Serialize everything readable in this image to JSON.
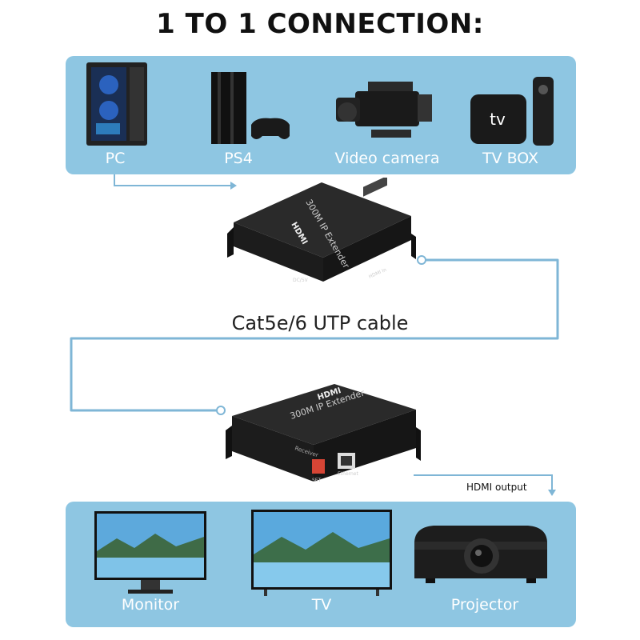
{
  "title": "1 TO 1 CONNECTION:",
  "sources": [
    {
      "label": "PC",
      "icon": "pc-tower-icon"
    },
    {
      "label": "PS4",
      "icon": "ps4-console-icon"
    },
    {
      "label": "Video camera",
      "icon": "video-camera-icon"
    },
    {
      "label": "TV BOX",
      "icon": "tv-box-icon"
    }
  ],
  "tv_box_logo": "tv",
  "transmitter": {
    "hdmi_logo": "HDMI",
    "model": "300M IP Extender",
    "port_hdmi": "HDMI In",
    "port_power": "DC/5V"
  },
  "cable_label": "Cat5e/6 UTP cable",
  "receiver": {
    "hdmi_logo": "HDMI",
    "model": "300M IP Extender",
    "side_label": "Receiver",
    "port_set": "SET",
    "port_ethernet": "Ethernet"
  },
  "hdmi_output_label": "HDMI output",
  "displays": [
    {
      "label": "Monitor",
      "icon": "monitor-icon"
    },
    {
      "label": "TV",
      "icon": "tv-icon"
    },
    {
      "label": "Projector",
      "icon": "projector-icon"
    }
  ],
  "colors": {
    "panel": "#8ec6e2",
    "line": "#7fb6d6",
    "device_body": "#1c1c1c"
  }
}
